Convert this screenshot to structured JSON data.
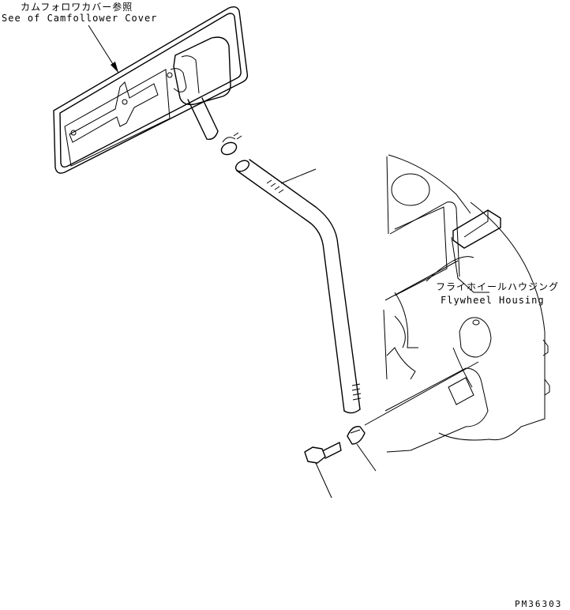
{
  "callouts": {
    "camfollower_jp": "カムフォロワカバー参照",
    "camfollower_en": "See of Camfollower Cover",
    "flywheel_jp": "フライホイールハウジング",
    "flywheel_en": "Flywheel Housing"
  },
  "drawing_id": "PM36303",
  "colors": {
    "ink": "#000000",
    "paper": "#ffffff"
  }
}
